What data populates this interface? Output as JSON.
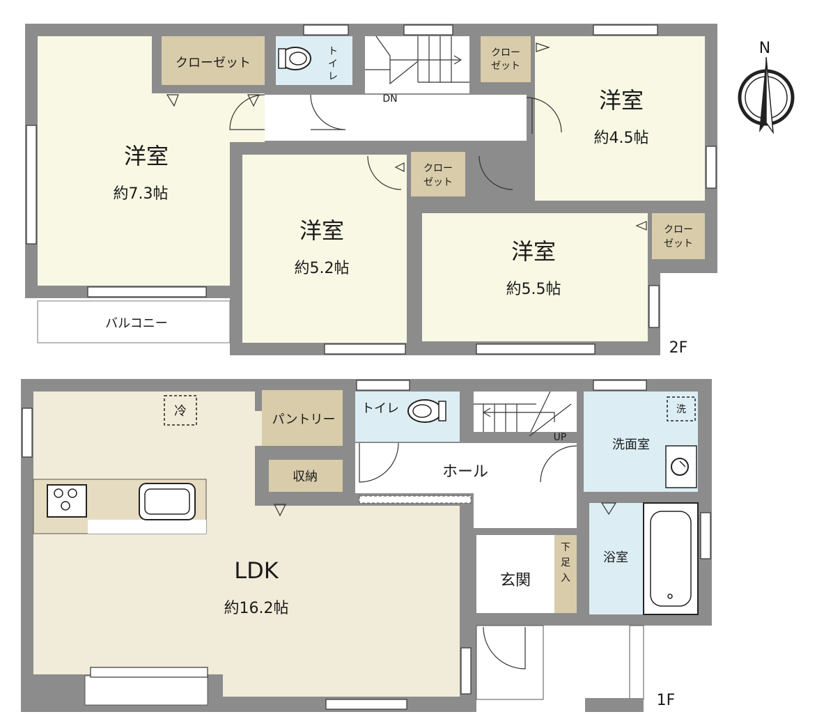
{
  "compass": {
    "label": "N"
  },
  "floor2": {
    "label": "2F",
    "rooms": {
      "west_bedroom": {
        "name": "洋室",
        "size": "約7.3帖"
      },
      "center_bedroom": {
        "name": "洋室",
        "size": "約5.2帖"
      },
      "ne_bedroom": {
        "name": "洋室",
        "size": "約4.5帖"
      },
      "east_bedroom": {
        "name": "洋室",
        "size": "約5.5帖"
      },
      "closet_big": "クローゼット",
      "closet_a": [
        "クロー",
        "ゼット"
      ],
      "closet_b": [
        "クロー",
        "ゼット"
      ],
      "closet_c": [
        "クロー",
        "ゼット"
      ],
      "toilet": [
        "ト",
        "イ",
        "レ"
      ],
      "stairs": "DN",
      "balcony": "バルコニー"
    }
  },
  "floor1": {
    "label": "1F",
    "rooms": {
      "ldk": {
        "name": "LDK",
        "size": "約16.2帖"
      },
      "fridge": "冷",
      "pantry": "パントリー",
      "storage": "収納",
      "toilet": "トイレ",
      "stairs": "UP",
      "hall": "ホール",
      "washroom": "洗面室",
      "washer": "洗",
      "bathroom": "浴室",
      "entrance": "玄関",
      "shoe_storage": [
        "下",
        "足",
        "入"
      ]
    }
  },
  "colors": {
    "wall": "#8c8c8c",
    "room": "#f8f8e4",
    "ldk": "#f1ebd9",
    "closet": "#d8ccaa",
    "water": "#dceef4"
  }
}
